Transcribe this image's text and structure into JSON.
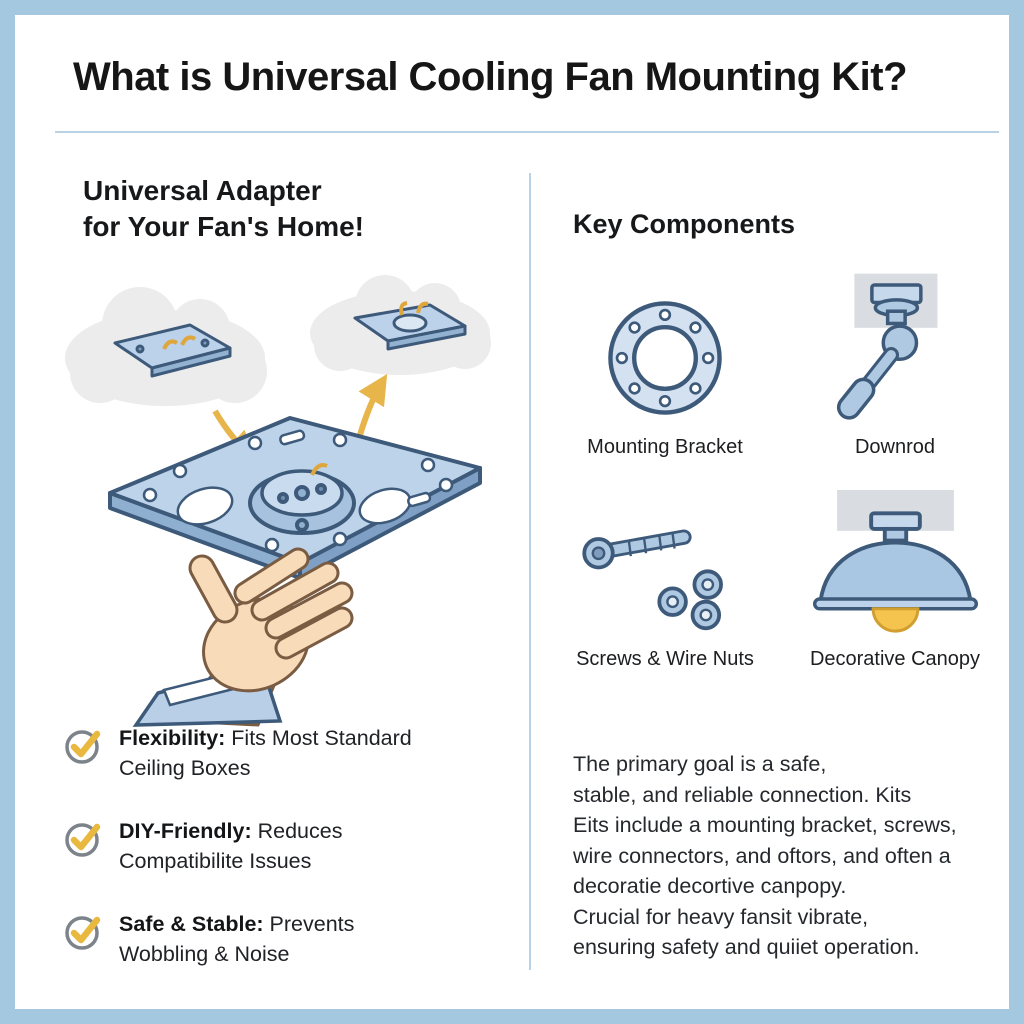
{
  "page": {
    "title": "What is Universal Cooling Fan Mounting Kit?"
  },
  "left": {
    "heading_line1": "Universal Adapter",
    "heading_line2": "for Your Fan's Home!",
    "illustration": "hand-holding-universal-mounting-plate-with-ceiling-boxes",
    "checklist": [
      {
        "icon": "checkmark-icon",
        "bold": "Flexibility:",
        "rest": " Fits Most Standard Ceiling Boxes"
      },
      {
        "icon": "checkmark-icon",
        "bold": "DIY-Friendly:",
        "rest": " Reduces Compatibilite Issues"
      },
      {
        "icon": "checkmark-icon",
        "bold": "Safe & Stable:",
        "rest": " Prevents Wobbling & Noise"
      }
    ]
  },
  "right": {
    "heading": "Key Components",
    "components": [
      {
        "icon": "mounting-bracket-icon",
        "label": "Mounting Bracket"
      },
      {
        "icon": "downrod-icon",
        "label": "Downrod"
      },
      {
        "icon": "screws-wire-nuts-icon",
        "label": "Screws & Wire Nuts"
      },
      {
        "icon": "decorative-canopy-icon",
        "label": "Decorative Canopy"
      }
    ],
    "paragraph_lines": [
      "The primary goal is a safe,",
      "stable, and reliable connection. Kits",
      "Eits include a mounting bracket, screws,",
      "wire connectors, and oftors, and often a",
      "decoratie decortive canpopy.",
      "Crucial for heavy fansit vibrate,",
      "ensuring safety and quiiet operation."
    ]
  },
  "colors": {
    "frame_border": "#a5c8e1",
    "divider": "#b8d3e8",
    "title_text": "#161616",
    "body_text": "#25282c",
    "illustration_fill": "#bcd2ea",
    "illustration_stroke": "#3e5a7a",
    "ceiling_gray": "#d9dde1",
    "accent_yellow": "#e8b64b",
    "cloud_gray": "#ececec",
    "skin_tone": "#f8dcba"
  }
}
